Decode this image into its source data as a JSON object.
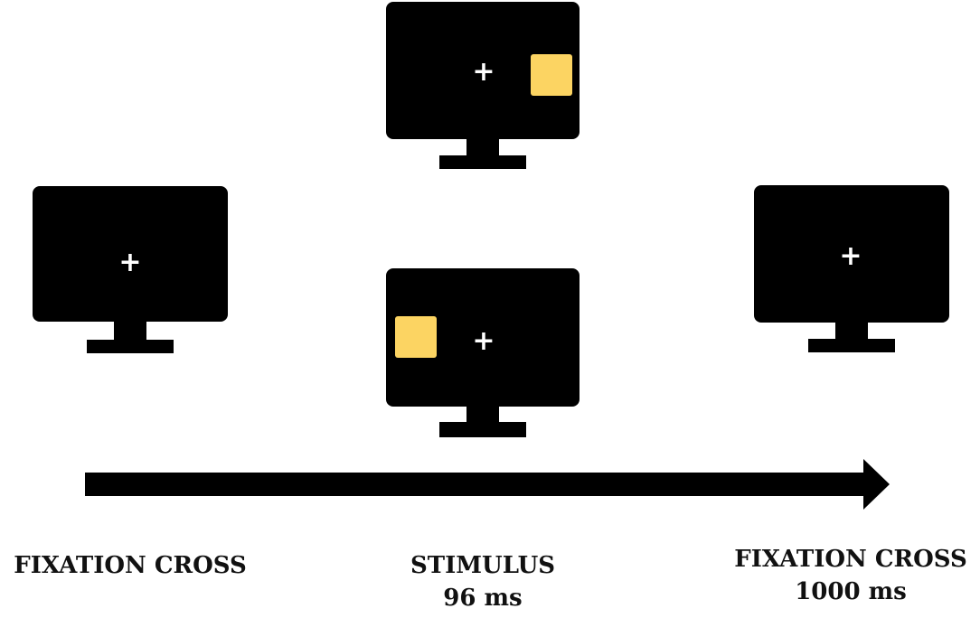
{
  "colors": {
    "background": "#ffffff",
    "monitor": "#000000",
    "cross": "#ffffff",
    "stimulus": "#fcd462",
    "text": "#111111"
  },
  "symbols": {
    "fixation_cross": "+"
  },
  "stages": [
    {
      "title": "FIXATION CROSS",
      "duration": ""
    },
    {
      "title": "STIMULUS",
      "duration": "96 ms"
    },
    {
      "title": "FIXATION CROSS",
      "duration": "1000 ms"
    }
  ]
}
